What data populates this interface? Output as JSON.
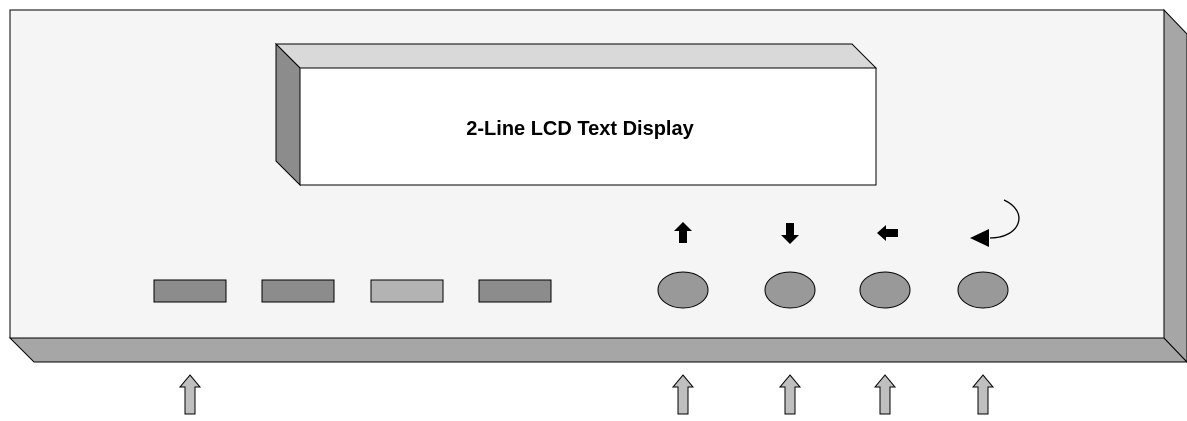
{
  "lcd": {
    "label": "2-Line LCD Text Display"
  },
  "leds": [
    {
      "name": "led-1",
      "state": "off"
    },
    {
      "name": "led-2",
      "state": "off"
    },
    {
      "name": "led-3",
      "state": "lit"
    },
    {
      "name": "led-4",
      "state": "off"
    }
  ],
  "buttons": [
    {
      "name": "up-button",
      "icon": "arrow-up-icon"
    },
    {
      "name": "down-button",
      "icon": "arrow-down-icon"
    },
    {
      "name": "back-button",
      "icon": "arrow-left-icon"
    },
    {
      "name": "enter-button",
      "icon": "enter-return-icon"
    }
  ],
  "callouts": [
    {
      "name": "led-callout-arrow",
      "target": "leds"
    },
    {
      "name": "up-callout-arrow",
      "target": "up-button"
    },
    {
      "name": "down-callout-arrow",
      "target": "down-button"
    },
    {
      "name": "back-callout-arrow",
      "target": "back-button"
    },
    {
      "name": "enter-callout-arrow",
      "target": "enter-button"
    }
  ],
  "colors": {
    "panel_face": "#f5f5f5",
    "panel_edge": "#a6a6a6",
    "led_off": "#8c8c8c",
    "led_lit": "#b3b3b3",
    "button": "#999999",
    "callout": "#bfbfbf",
    "outline": "#000000"
  }
}
